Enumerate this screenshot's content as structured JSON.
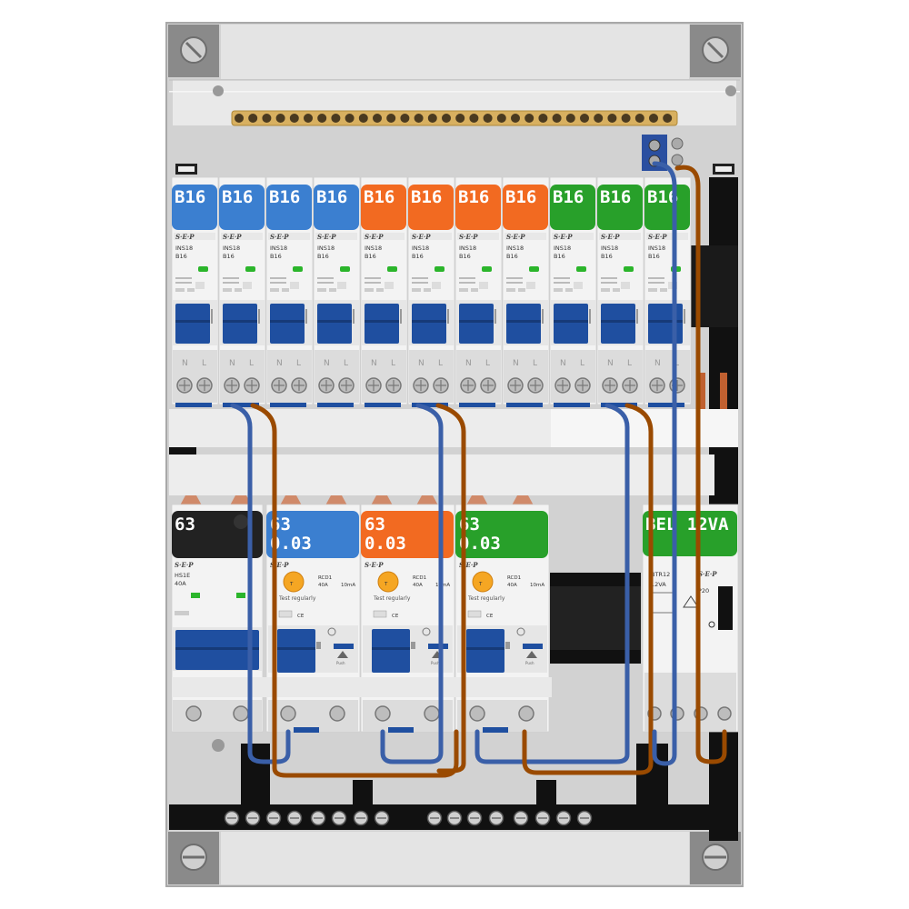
{
  "colors": {
    "blue": "#3b7fd0",
    "orange": "#f26a21",
    "green": "#28a02a",
    "black": "#222222",
    "wire_blue": "#3a5fa8",
    "wire_brown": "#9a4a00",
    "breaker_handle": "#1f4fa0",
    "busbar": "#d8b060"
  },
  "mcbs": [
    {
      "label": "B16",
      "color": "blue",
      "brand": "S·E·P",
      "model": "INS18",
      "rating": "B16"
    },
    {
      "label": "B16",
      "color": "blue",
      "brand": "S·E·P",
      "model": "INS18",
      "rating": "B16"
    },
    {
      "label": "B16",
      "color": "blue",
      "brand": "S·E·P",
      "model": "INS18",
      "rating": "B16"
    },
    {
      "label": "B16",
      "color": "blue",
      "brand": "S·E·P",
      "model": "INS18",
      "rating": "B16"
    },
    {
      "label": "B16",
      "color": "orange",
      "brand": "S·E·P",
      "model": "INS18",
      "rating": "B16"
    },
    {
      "label": "B16",
      "color": "orange",
      "brand": "S·E·P",
      "model": "INS18",
      "rating": "B16"
    },
    {
      "label": "B16",
      "color": "orange",
      "brand": "S·E·P",
      "model": "INS18",
      "rating": "B16"
    },
    {
      "label": "B16",
      "color": "orange",
      "brand": "S·E·P",
      "model": "INS18",
      "rating": "B16"
    },
    {
      "label": "B16",
      "color": "green",
      "brand": "S·E·P",
      "model": "INS18",
      "rating": "B16"
    },
    {
      "label": "B16",
      "color": "green",
      "brand": "S·E·P",
      "model": "INS18",
      "rating": "B16"
    },
    {
      "label": "B16",
      "color": "green",
      "brand": "S·E·P",
      "model": "INS18",
      "rating": "B16"
    }
  ],
  "main_switch": {
    "label": "63",
    "brand": "S·E·P",
    "model": "HS1E",
    "rating": "40A"
  },
  "rcds": [
    {
      "label_top": "63",
      "label_bottom": "0.03",
      "color": "blue",
      "brand": "S·E·P",
      "model": "RCD1",
      "rating": "40A",
      "sens": "10mA",
      "test_text": "Test regularly",
      "push_text": "Push"
    },
    {
      "label_top": "63",
      "label_bottom": "0.03",
      "color": "orange",
      "brand": "S·E·P",
      "model": "RCD1",
      "rating": "40A",
      "sens": "10mA",
      "test_text": "Test regularly",
      "push_text": "Push"
    },
    {
      "label_top": "63",
      "label_bottom": "0.03",
      "color": "green",
      "brand": "S·E·P",
      "model": "RCD1",
      "rating": "40A",
      "sens": "10mA",
      "test_text": "Test regularly",
      "push_text": "Push"
    }
  ],
  "transformer": {
    "label": "BEL 12VA",
    "model": "BTR12",
    "rating": "12VA",
    "ip": "IP20",
    "brand": "S·E·P"
  },
  "terminal_letters": [
    "N",
    "L"
  ]
}
